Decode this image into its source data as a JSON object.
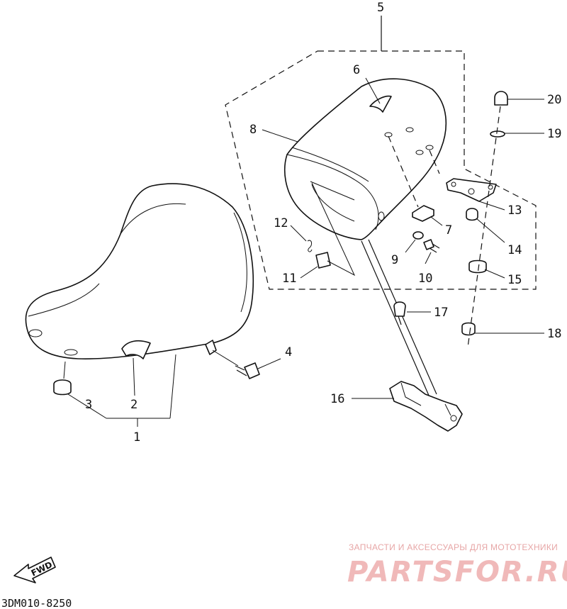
{
  "callouts": [
    {
      "id": "1",
      "label": "1"
    },
    {
      "id": "2",
      "label": "2"
    },
    {
      "id": "3",
      "label": "3"
    },
    {
      "id": "4",
      "label": "4"
    },
    {
      "id": "5",
      "label": "5"
    },
    {
      "id": "6",
      "label": "6"
    },
    {
      "id": "7",
      "label": "7"
    },
    {
      "id": "8",
      "label": "8"
    },
    {
      "id": "9",
      "label": "9"
    },
    {
      "id": "10",
      "label": "10"
    },
    {
      "id": "11",
      "label": "11"
    },
    {
      "id": "12",
      "label": "12"
    },
    {
      "id": "13",
      "label": "13"
    },
    {
      "id": "14",
      "label": "14"
    },
    {
      "id": "15",
      "label": "15"
    },
    {
      "id": "16",
      "label": "16"
    },
    {
      "id": "17",
      "label": "17"
    },
    {
      "id": "18",
      "label": "18"
    },
    {
      "id": "19",
      "label": "19"
    },
    {
      "id": "20",
      "label": "20"
    }
  ],
  "watermark": {
    "tagline": "ЗАПЧАСТИ И АКСЕССУАРЫ ДЛЯ МОТОТЕХНИКИ",
    "brand": "PARTSFOR.RU"
  },
  "fwd_label": "FWD",
  "diagram_code": "3DM010-8250"
}
